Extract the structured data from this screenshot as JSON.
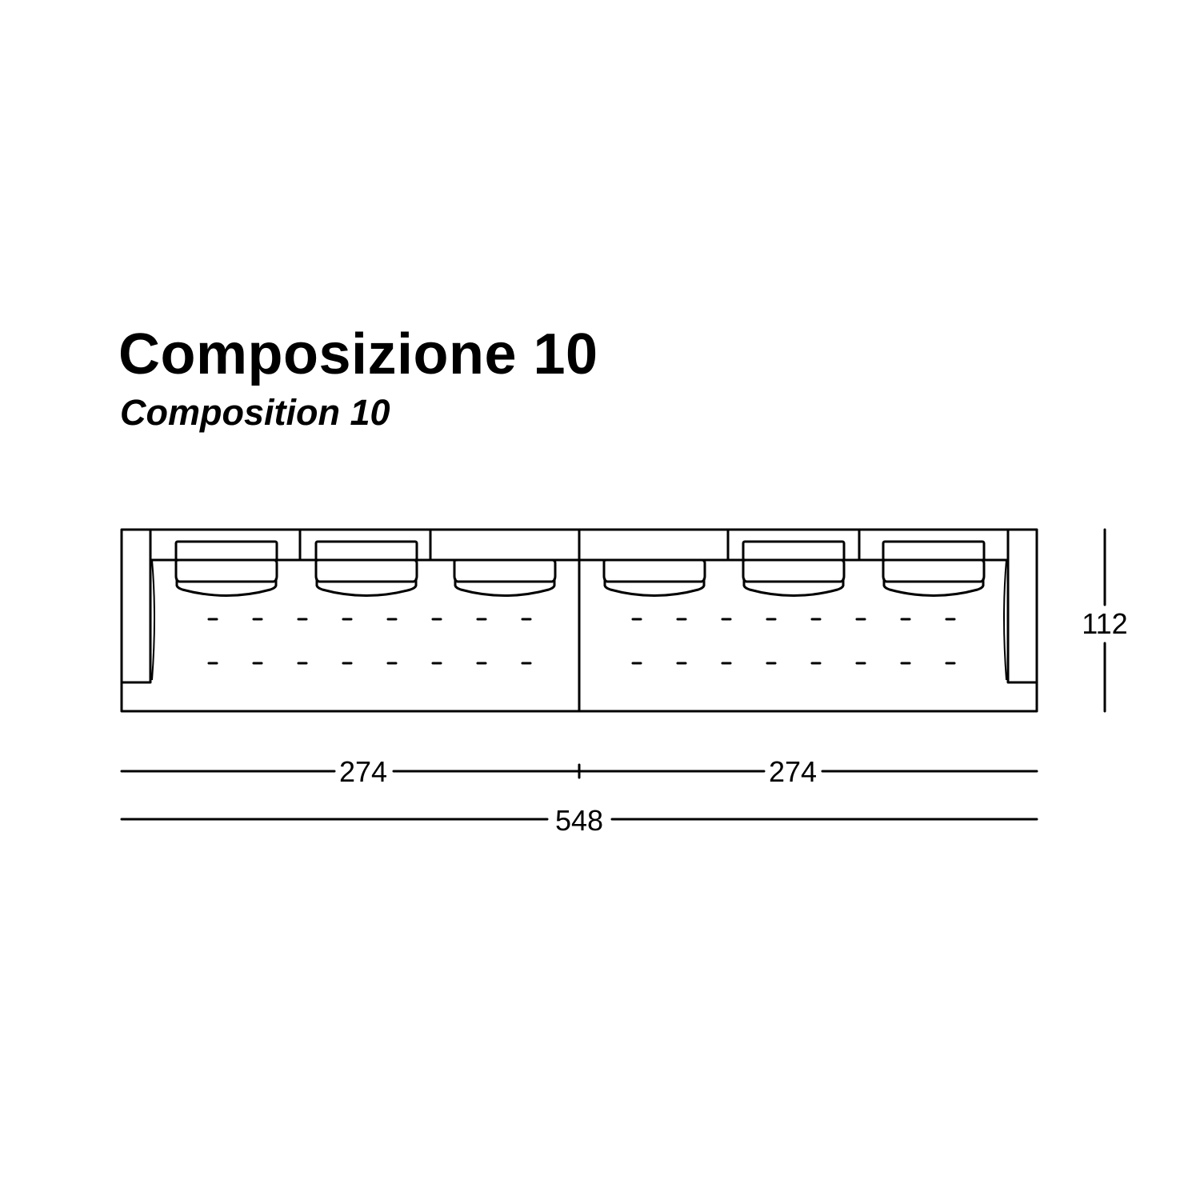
{
  "title": "Composizione 10",
  "subtitle": "Composition 10",
  "dimensions": {
    "module_left_width": "274",
    "module_right_width": "274",
    "total_width": "548",
    "depth": "112"
  }
}
